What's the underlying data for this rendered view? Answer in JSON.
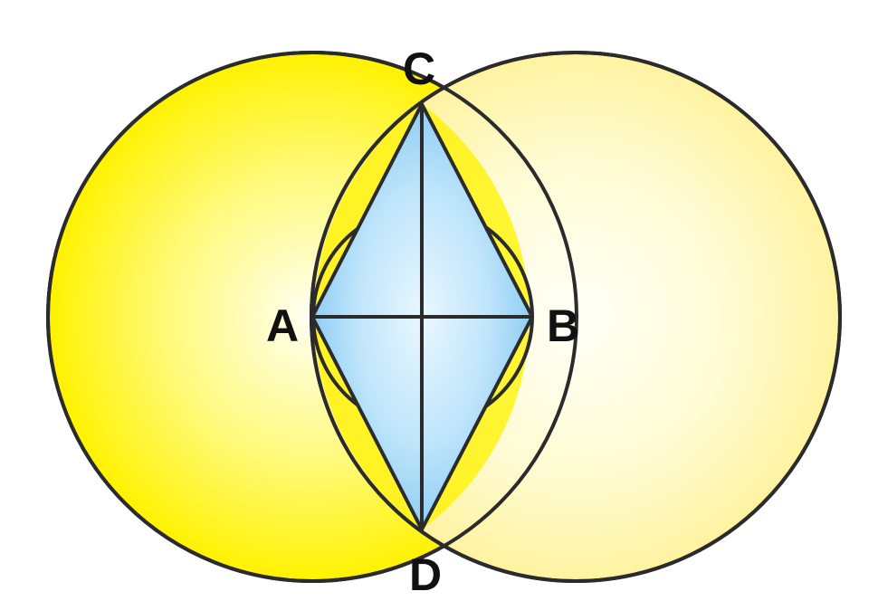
{
  "points": {
    "a": {
      "label": "A"
    },
    "b": {
      "label": "B"
    },
    "c": {
      "label": "C"
    },
    "d": {
      "label": "D"
    }
  },
  "colors": {
    "circle_a_fill": "#FFF200",
    "circle_b_fill": "#FFF6A6",
    "lens_fill": "#FFF200",
    "rhombus_fill": "#9FD6F7",
    "stroke": "#2B2B2B",
    "label": "#111111"
  }
}
